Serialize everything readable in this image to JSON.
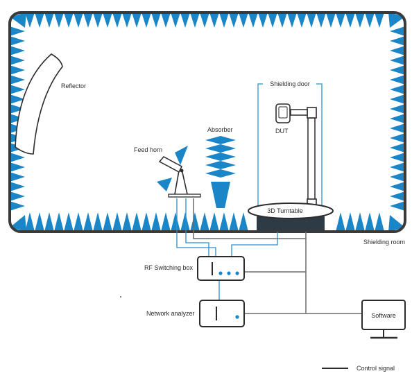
{
  "labels": {
    "reflector": "Reflector",
    "absorber": "Absorber",
    "feed_horn": "Feed horn",
    "shielding_door": "Shielding door",
    "dut": "DUT",
    "turntable": "3D Turntable",
    "shielding_room": "Shielding room",
    "rf_switching_box": "RF Switching box",
    "network_analyzer": "Network analyzer",
    "software": "Software",
    "legend_control_signal": "Control signal"
  },
  "colors": {
    "absorber_blue": "#1a86c8",
    "signal_blue": "#2a8fcf",
    "door_blue": "#4aa3d6",
    "chamber_border": "#3a3a3a",
    "control_line": "#6b6b6b",
    "component_stroke": "#2b2b2b"
  },
  "icons": {
    "dut": "phone-icon",
    "software": "monitor-icon"
  }
}
